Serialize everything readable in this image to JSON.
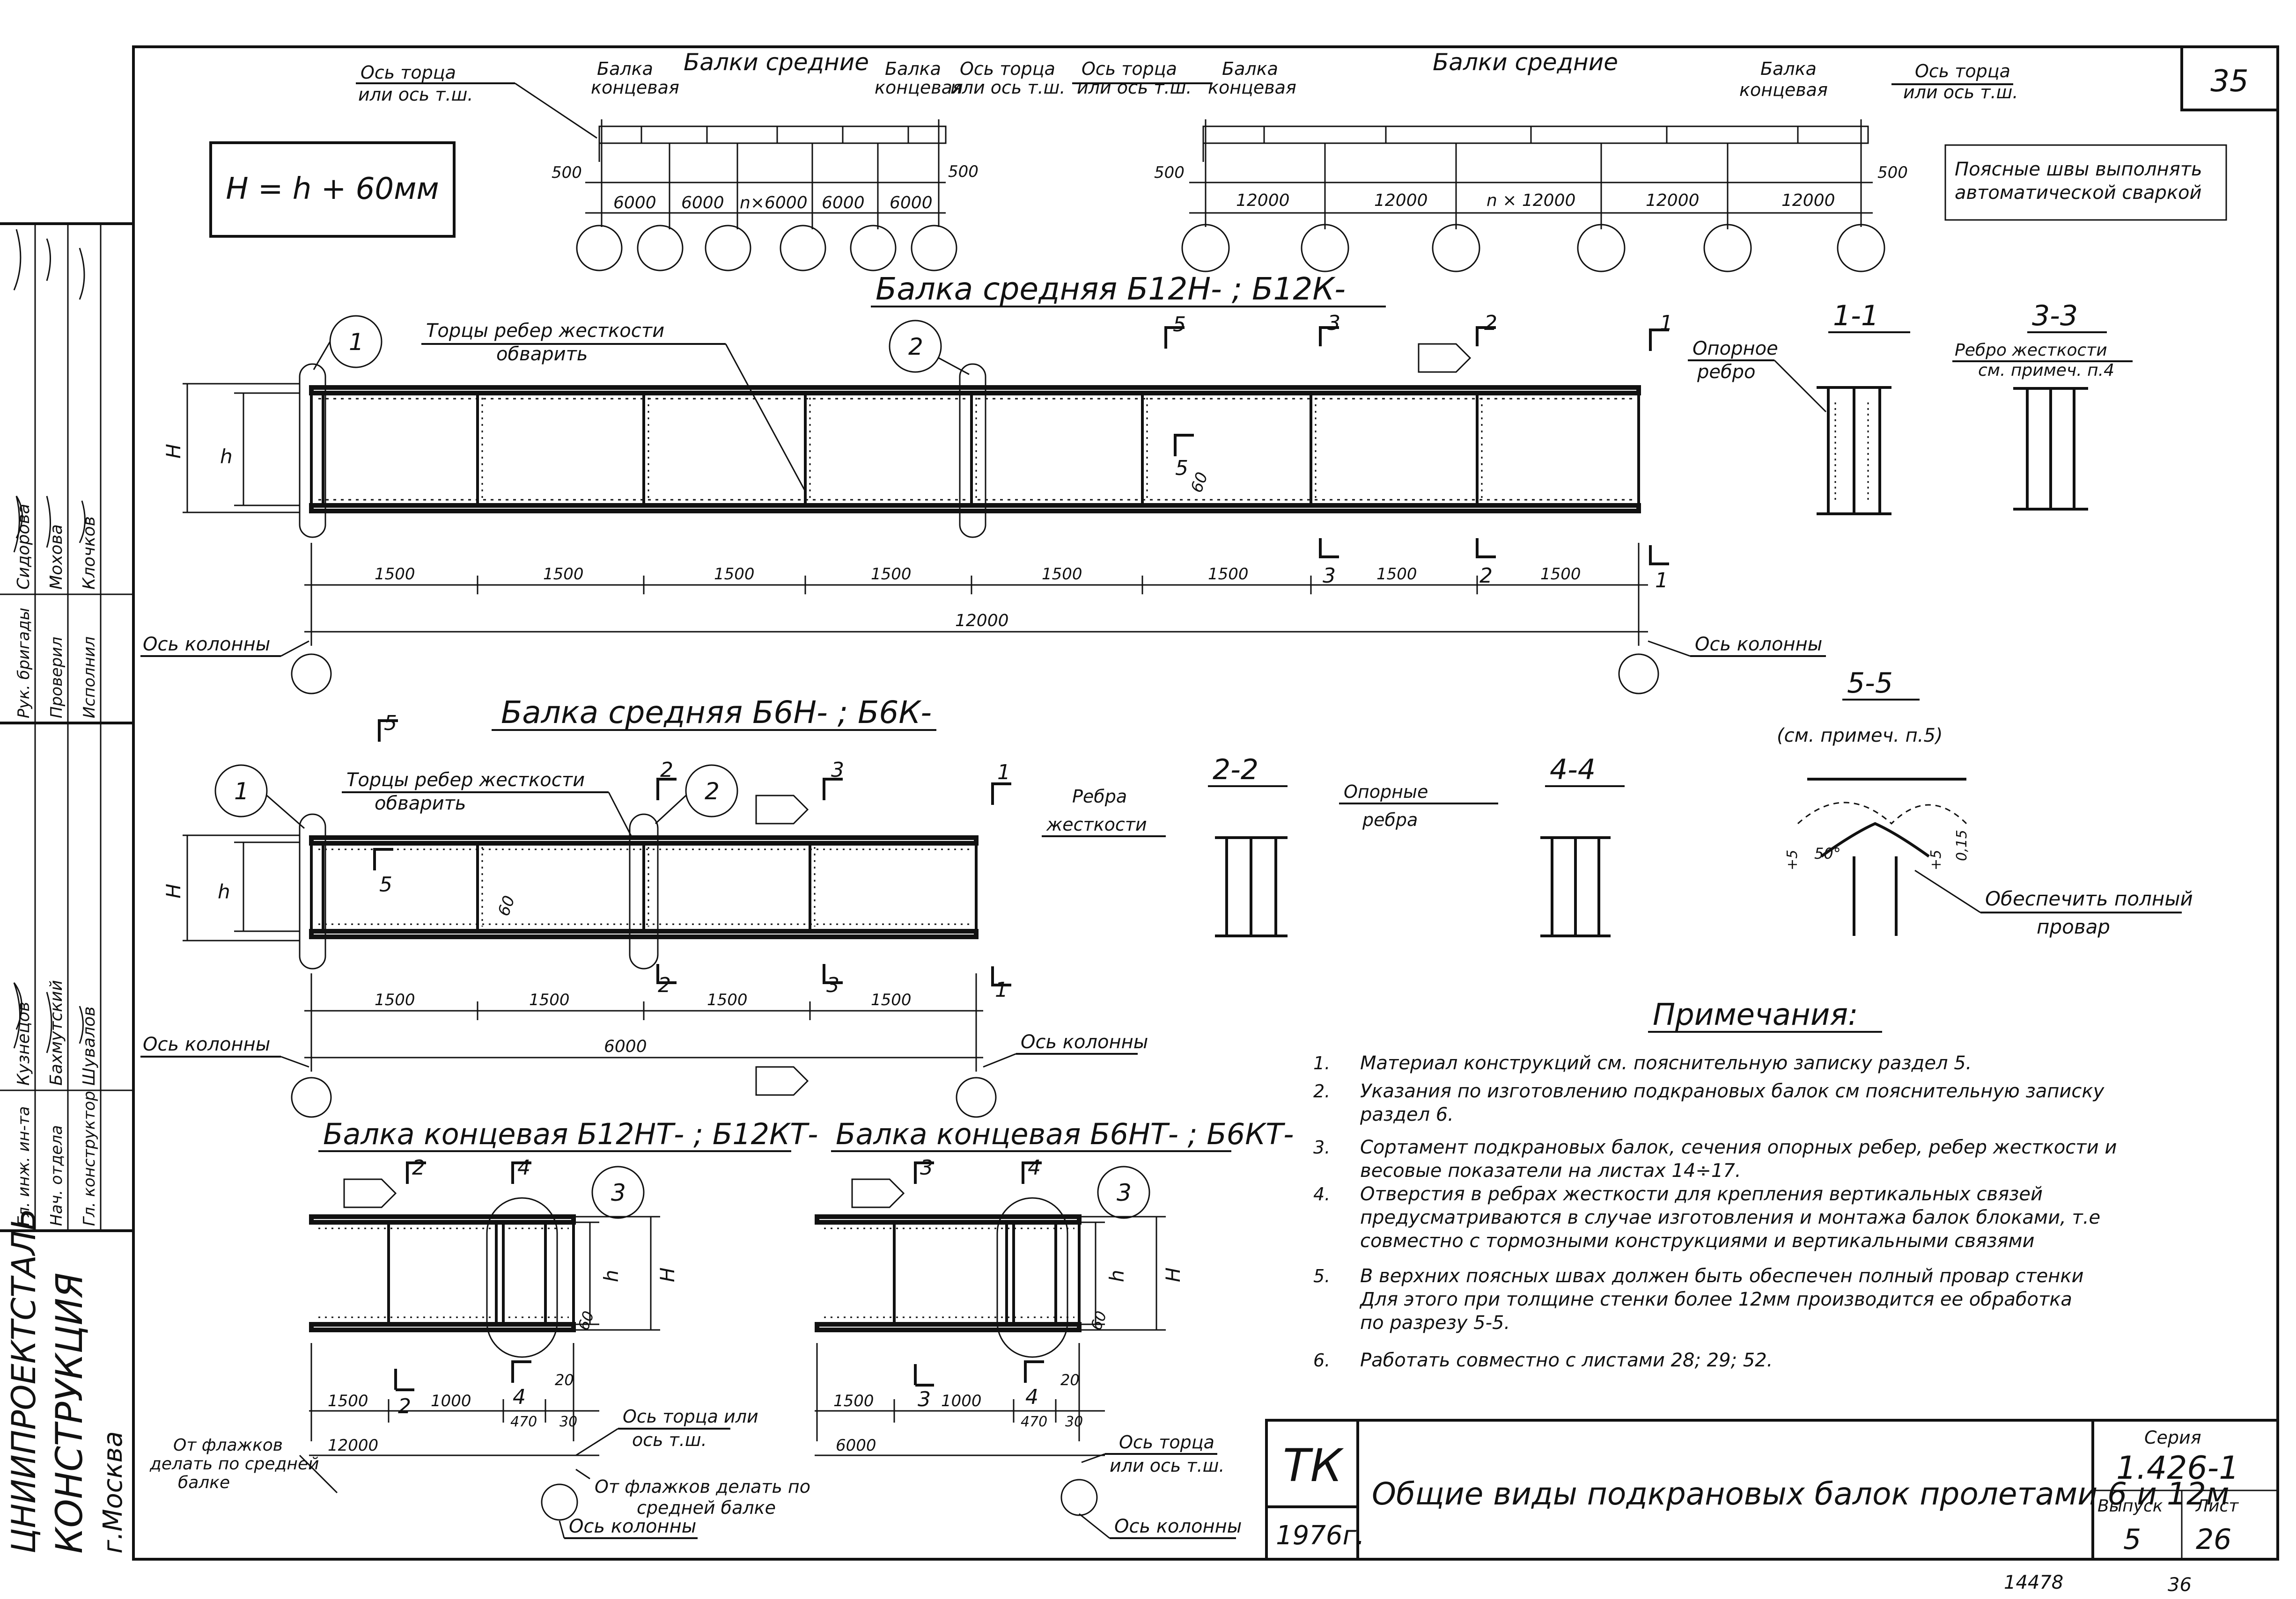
{
  "sheet_number_top": "35",
  "formula": "H = h + 60мм",
  "scheme": {
    "left": {
      "title": "Балки средние",
      "axis_end_left": [
        "Ось торца",
        "или ось т.ш."
      ],
      "end_beam_left": [
        "Балка",
        "концевая"
      ],
      "end_beam_right": [
        "Балка",
        "концевая"
      ],
      "axis_end_right": [
        "Ось торца",
        "или ось т.ш."
      ],
      "overhang_left": "500",
      "overhang_right": "500",
      "spans": [
        "6000",
        "6000",
        "n×6000",
        "6000",
        "6000"
      ]
    },
    "right": {
      "title": "Балки   средние",
      "axis_end_left": [
        "Ось торца",
        "или ось т.ш."
      ],
      "end_beam_left": [
        "Балка",
        "концевая"
      ],
      "end_beam_right": [
        "Балка",
        "концевая"
      ],
      "axis_end_right": [
        "Ось торца",
        "или ось т.ш."
      ],
      "overhang_left": "500",
      "overhang_right": "500",
      "spans": [
        "12000",
        "12000",
        "n × 12000",
        "12000",
        "12000"
      ]
    },
    "weld_note": [
      "Поясные швы выполнять",
      "автоматической сваркой"
    ]
  },
  "beam12": {
    "title": "Балка средняя  Б12Н- ; Б12К-",
    "stiffener_note": [
      "Торцы ребер   жесткости",
      "обварить"
    ],
    "support_rib": [
      "Опорное",
      "ребро"
    ],
    "callouts": [
      "1",
      "2"
    ],
    "section_marks": [
      "5",
      "3",
      "2",
      "1",
      "5",
      "3",
      "2",
      "1"
    ],
    "dim_H": "H",
    "dim_h": "h",
    "dim_60": "60",
    "spans": [
      "1500",
      "1500",
      "1500",
      "1500",
      "1500",
      "1500",
      "1500",
      "1500"
    ],
    "total": "12000",
    "axis_left": "Ось колонны",
    "axis_right": "Ось колонны"
  },
  "beam6": {
    "title": "Балка  средняя  Б6Н- ; Б6К-",
    "stiffener_note": [
      "Торцы ребер  жесткости",
      "обварить"
    ],
    "callouts": [
      "1",
      "2"
    ],
    "section_marks": [
      "5",
      "2",
      "3",
      "1",
      "5",
      "2",
      "3",
      "1"
    ],
    "dim_H": "H",
    "dim_h": "h",
    "dim_60": "60",
    "spans": [
      "1500",
      "1500",
      "1500",
      "1500"
    ],
    "total": "6000",
    "axis_left": "Ось колонны",
    "axis_right": "Ось колонны"
  },
  "end12": {
    "title": "Балка  концевая  Б12НТ- ; Б12КТ-",
    "callout": "3",
    "marks": [
      "2",
      "4",
      "2",
      "4"
    ],
    "dim_h": "h",
    "dim_H": "H",
    "dims": [
      "60",
      "20",
      "1500",
      "1000",
      "470",
      "30",
      "12000"
    ],
    "axis_end": [
      "Ось торца или",
      "ось т.ш."
    ],
    "flag_note": [
      "От флажков",
      "делать по средней",
      "балке"
    ],
    "axis_col": "Ось колонны"
  },
  "end6": {
    "title": "Балка  концевая  Б6НТ- ; Б6КТ-",
    "callout": "3",
    "marks": [
      "3",
      "4",
      "3",
      "4"
    ],
    "dim_h": "h",
    "dim_H": "H",
    "dims": [
      "60",
      "20",
      "1500",
      "1000",
      "470",
      "30",
      "6000"
    ],
    "axis_end": [
      "Ось торца",
      "или ось т.ш."
    ],
    "flag_note": [
      "От флажков делать по",
      "средней балке"
    ],
    "axis_col": "Ось колонны"
  },
  "sections": {
    "s11": {
      "title": "1-1"
    },
    "s33": {
      "title": "3-3",
      "label": [
        "Ребро жесткости",
        "см. примеч. п.4"
      ]
    },
    "s22": {
      "title": "2-2",
      "label": [
        "Ребра",
        "жесткости"
      ]
    },
    "s44": {
      "title": "4-4",
      "label": [
        "Опорные",
        "ребра"
      ]
    },
    "s55": {
      "title": "5-5",
      "note": "(см. примеч. п.5)",
      "angle": "50°",
      "dims": [
        "0,15",
        "+5",
        "+5"
      ],
      "weld_note": [
        "Обеспечить полный",
        "провар"
      ]
    }
  },
  "notes": {
    "title": "Примечания:",
    "items": [
      {
        "num": "1.",
        "lines": [
          "Материал   конструкций см. пояснительную записку раздел 5."
        ]
      },
      {
        "num": "2.",
        "lines": [
          "Указания   по изготовлению подкрановых балок см пояснительную записку",
          "раздел 6."
        ]
      },
      {
        "num": "3.",
        "lines": [
          "Сортамент подкрановых балок, сечения опорных ребер, ребер жесткости и",
          "весовые  показатели  на листах  14÷17."
        ]
      },
      {
        "num": "4.",
        "lines": [
          "Отверстия  в ребрах  жесткости для крепления вертикальных  связей",
          "предусматриваются  в случае изготовления и монтажа балок блоками, т.е",
          "совместно   с тормозными конструкциями  и вертикальными связями"
        ]
      },
      {
        "num": "5.",
        "lines": [
          "В верхних    поясных   швах  должен   быть  обеспечен полный провар стенки",
          "Для этого  при толщине стенки  более 12мм производится ее обработка",
          "по разрезу 5-5."
        ]
      },
      {
        "num": "6.",
        "lines": [
          "Работать  совместно  с листами  28; 29; 52."
        ]
      }
    ]
  },
  "title_block": {
    "tk": "ТК",
    "year": "1976г.",
    "title": "Общие виды подкрановых балок пролетами 6 и 12м",
    "series_label": "Серия",
    "series": "1.426-1",
    "issue_label": "Выпуск",
    "issue": "5",
    "sheet_label": "Лист",
    "sheet": "26"
  },
  "side_stamp": {
    "org": "ЦНИИПРОЕКТСТАЛЬКОНСТРУКЦИЯ",
    "org_line1": "ЦНИИПРОЕКТСТАЛЬ",
    "org_line2": "КОНСТРУКЦИЯ",
    "city": "г.Москва",
    "roles": [
      "Гл. инж. ин-та",
      "Нач. отдела",
      "Гл. конструктор",
      "Рук. бригады",
      "Проверил",
      "Исполнил"
    ],
    "names": [
      "Кузнецов",
      "Бахмутский",
      "Шувалов",
      "Сидорова",
      "Мохова",
      "Клочков"
    ]
  },
  "margin_numbers": [
    "14478",
    "36"
  ]
}
